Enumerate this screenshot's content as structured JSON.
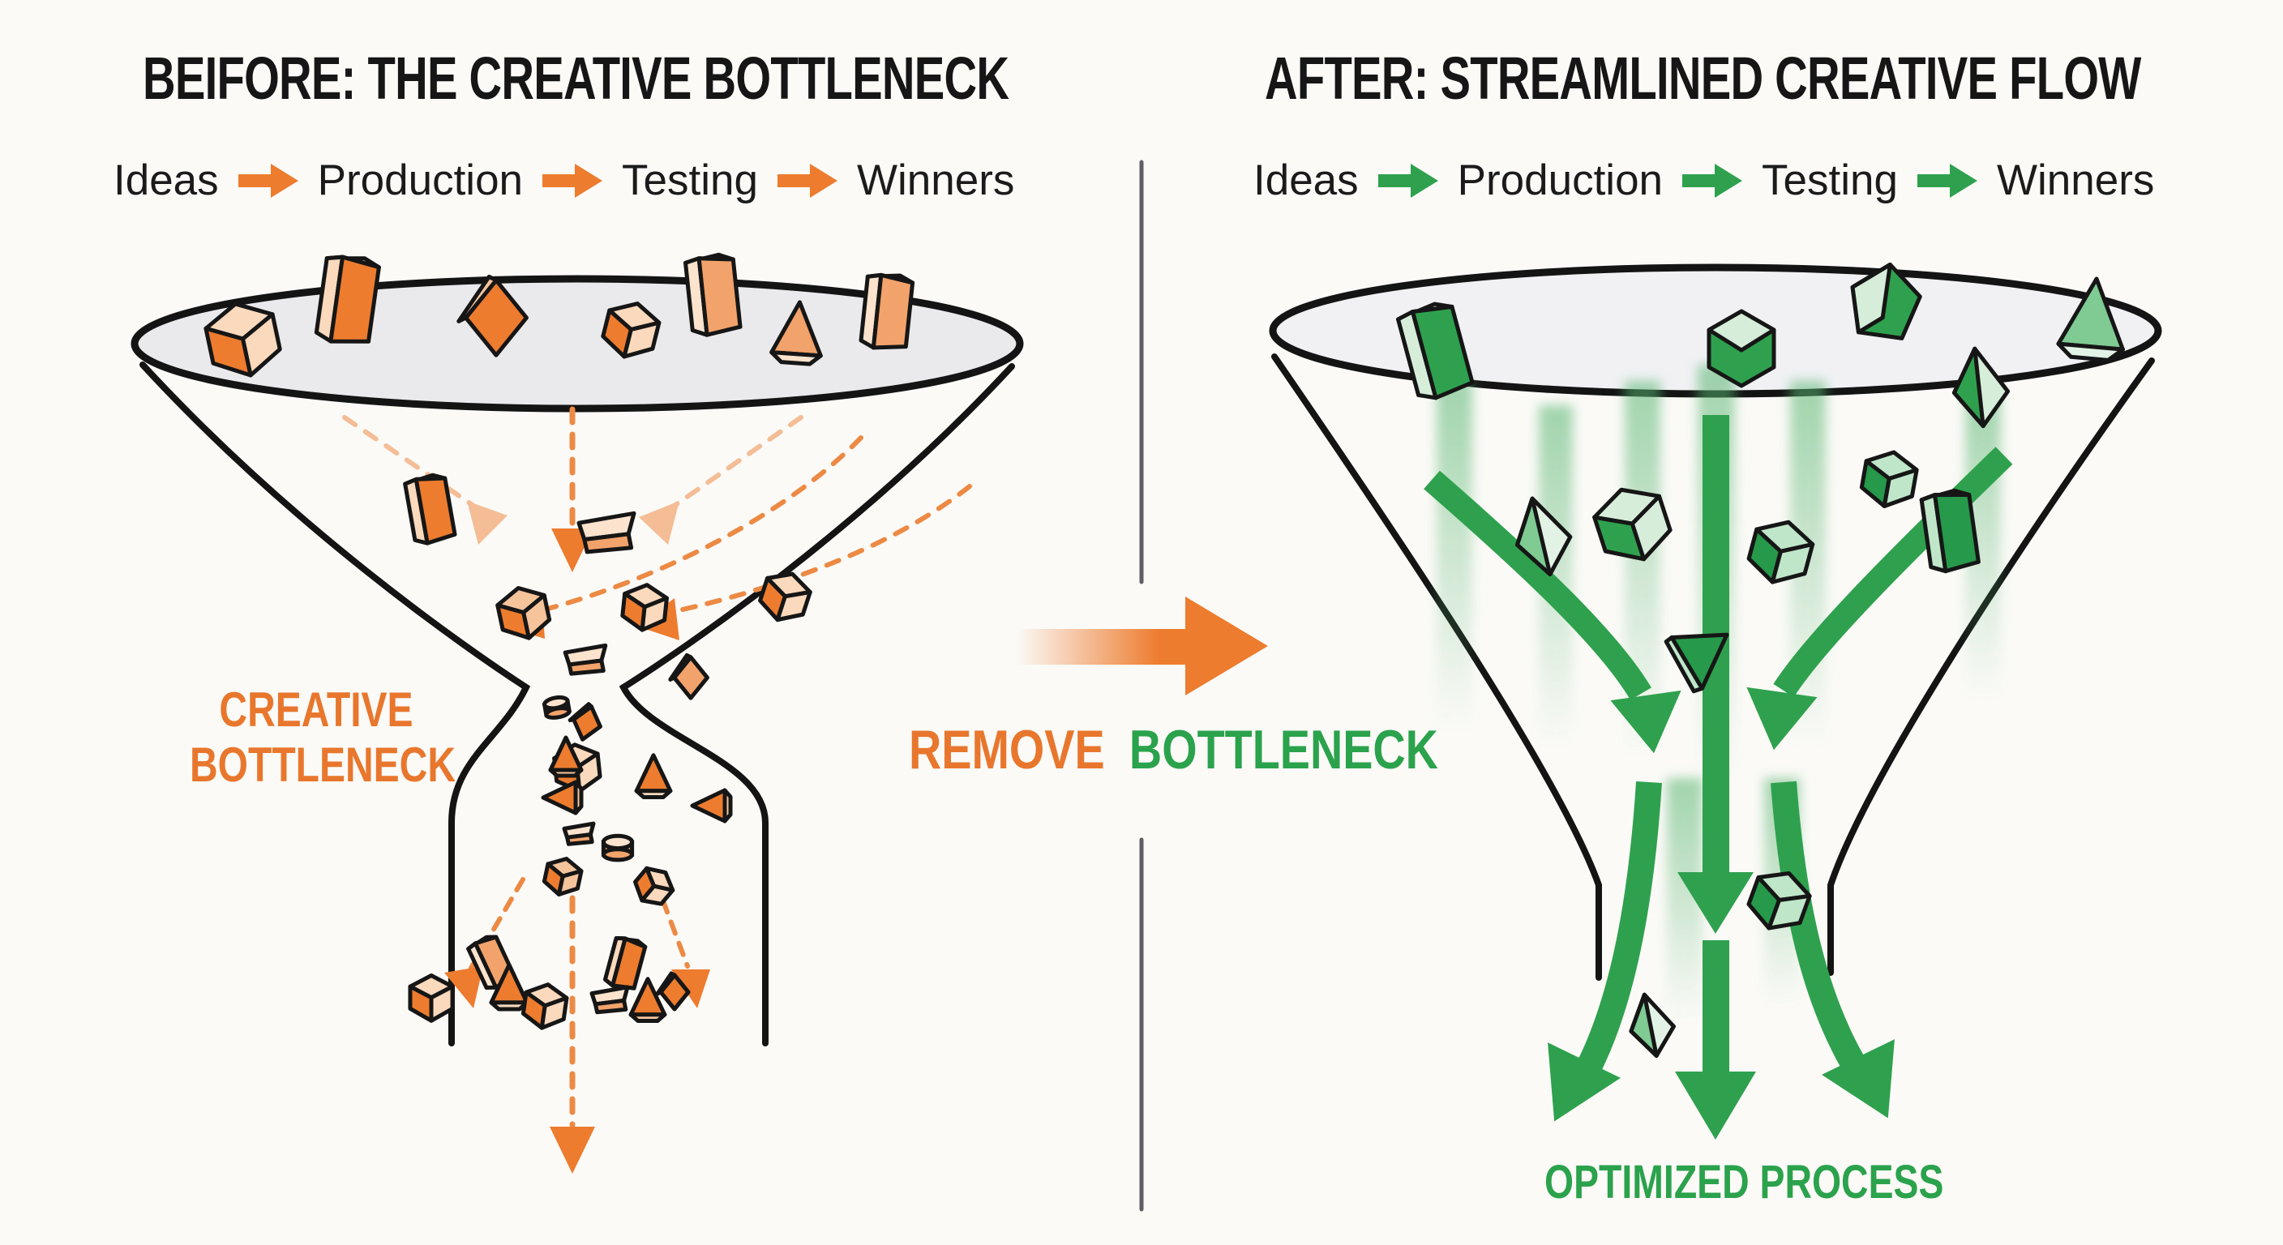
{
  "panels": {
    "before": {
      "title": "BEIFORE: THE CREATIVE BOTTLENECK",
      "flow_steps": [
        "Ideas",
        "Production",
        "Testing",
        "Winners"
      ],
      "funnel_label_line1": "CREATIVE",
      "funnel_label_line2": "BOTTLENECK"
    },
    "after": {
      "title": "AFTER: STREAMLINED CREATIVE FLOW",
      "flow_steps": [
        "Ideas",
        "Production",
        "Testing",
        "Winners"
      ],
      "funnel_label": "OPTIMIZED PROCESS"
    }
  },
  "transition": {
    "word_remove": "REMOVE",
    "word_bottleneck": "BOTTLENECK"
  },
  "icons": {
    "flow_arrow": "right-arrow-icon",
    "transition_arrow": "large-right-arrow-icon",
    "before_flow_arrows": "dashed-down-arrows",
    "after_flow_arrows": "solid-down-arrows"
  },
  "colors": {
    "orange": "#ED7C2F",
    "orange_light": "#FAD9BC",
    "orange_soft": "#F2A36B",
    "green": "#2FA14E",
    "green_light": "#D6EDDA",
    "green_dark": "#26994A",
    "green_pale": "#7FCB93",
    "ink": "#161616",
    "divider": "#5F5F63",
    "rim_fill_before": "#EAEAED",
    "rim_fill_after": "#F1F1F4",
    "background": "#FBFAF7",
    "text": "#1B1B1B"
  }
}
